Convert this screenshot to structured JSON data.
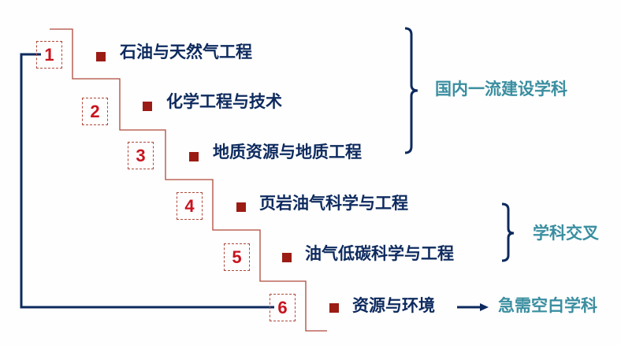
{
  "items": [
    {
      "num": "1",
      "label": "石油与天然气工程"
    },
    {
      "num": "2",
      "label": "化学工程与技术"
    },
    {
      "num": "3",
      "label": "地质资源与地质工程"
    },
    {
      "num": "4",
      "label": "页岩油气科学与工程"
    },
    {
      "num": "5",
      "label": "油气低碳科学与工程"
    },
    {
      "num": "6",
      "label": "资源与环境"
    }
  ],
  "categories": {
    "first_class": "国内一流建设学科",
    "interdisciplinary": "学科交叉",
    "urgent": "急需空白学科"
  },
  "colors": {
    "navy": "#0d2a5e",
    "red": "#9b1c14",
    "teal": "#3a8ea0"
  }
}
